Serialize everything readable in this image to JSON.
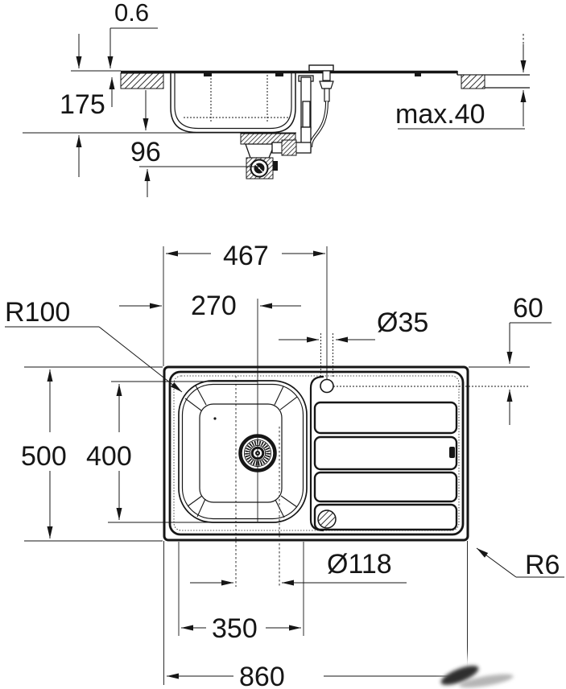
{
  "drawing": {
    "type": "sink-installation-technical-drawing",
    "section": {
      "rim_height": "0.6",
      "bowl_depth": "175",
      "drain_outlet_offset": "96",
      "countertop_thickness": "max.40"
    },
    "plan": {
      "tap_center_from_left_edge": "467",
      "drain_center_from_left_edge": "270",
      "tap_hole_diameter": "Ø35",
      "tap_center_from_back_edge": "60",
      "bowl_corner_radius": "R100",
      "overall_depth": "500",
      "bowl_inner_length": "400",
      "drain_flange_diameter": "Ø118",
      "bowl_inner_width": "350",
      "overall_width": "860",
      "outer_corner_radius": "R6"
    }
  }
}
